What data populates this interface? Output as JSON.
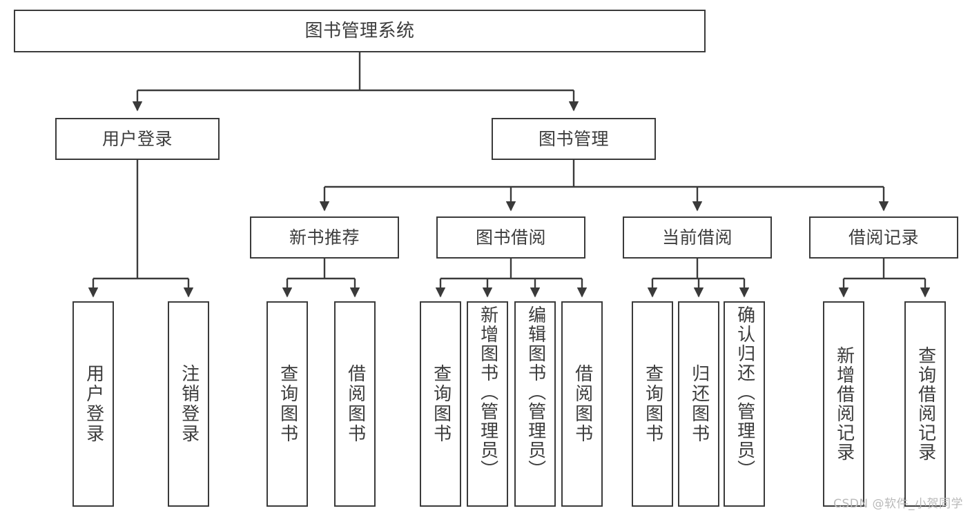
{
  "diagram": {
    "title": "图书管理系统",
    "type": "tree-hierarchy",
    "watermark": "CSDN @软件_小贺同学",
    "stroke_color": "#3a3a3a",
    "text_color": "#3c3c3c",
    "background_color": "#ffffff"
  },
  "nodes": {
    "root": {
      "label": "图书管理系统"
    },
    "level2": [
      {
        "label": "用户登录"
      },
      {
        "label": "图书管理"
      }
    ],
    "level3": [
      {
        "label": "新书推荐"
      },
      {
        "label": "图书借阅"
      },
      {
        "label": "当前借阅"
      },
      {
        "label": "借阅记录"
      }
    ],
    "leaves": {
      "user_login": [
        {
          "label": "用户登录"
        },
        {
          "label": "注销登录"
        }
      ],
      "new_book": [
        {
          "label": "查询图书"
        },
        {
          "label": "借阅图书"
        }
      ],
      "book_borrow": [
        {
          "label": "查询图书"
        },
        {
          "label": "新增图书（管理员）"
        },
        {
          "label": "编辑图书（管理员）"
        },
        {
          "label": "借阅图书"
        }
      ],
      "current_borrow": [
        {
          "label": "查询图书"
        },
        {
          "label": "归还图书"
        },
        {
          "label": "确认归还（管理员）"
        }
      ],
      "borrow_record": [
        {
          "label": "新增借阅记录"
        },
        {
          "label": "查询借阅记录"
        }
      ]
    }
  }
}
